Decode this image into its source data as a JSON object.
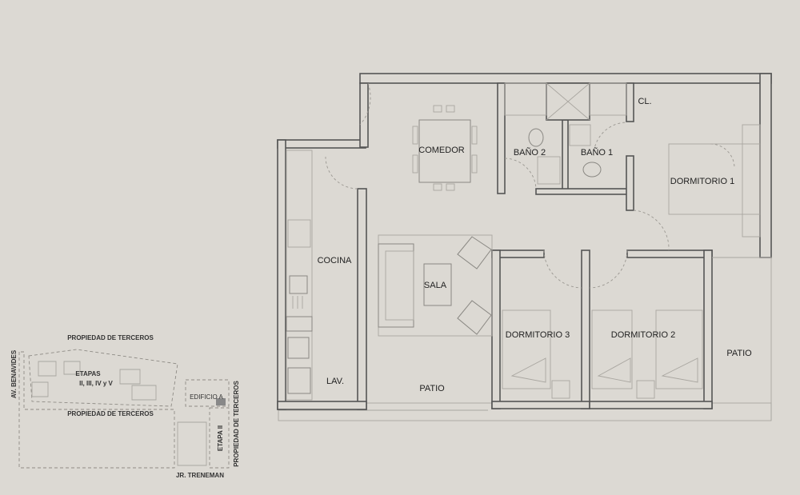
{
  "floor_plan": {
    "rooms": {
      "comedor": "COMEDOR",
      "bano2": "BAÑO 2",
      "bano1": "BAÑO 1",
      "closet": "CL.",
      "dormitorio1": "DORMITORIO 1",
      "cocina": "COCINA",
      "sala": "SALA",
      "dormitorio3": "DORMITORIO 3",
      "dormitorio2": "DORMITORIO 2",
      "patio_right": "PATIO",
      "patio_bottom": "PATIO",
      "lav": "LAV."
    }
  },
  "site_map": {
    "top_neighbor": "PROPIEDAD DE TERCEROS",
    "bottom_neighbor": "PROPIEDAD DE TERCEROS",
    "right_neighbor": "PROPIEDAD DE TERCEROS",
    "avenue": "AV. BENAVIDES",
    "street": "JR. TRENEMAN",
    "etapas_title": "ETAPAS",
    "etapas_list": "II, III, IV y V",
    "building": "EDIFICIO A",
    "etapa": "ETAPA II"
  }
}
